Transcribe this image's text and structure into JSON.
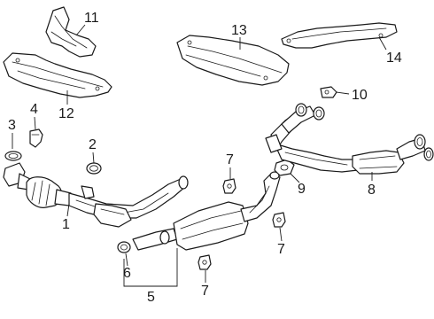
{
  "diagram": {
    "callouts": {
      "c1": "1",
      "c2": "2",
      "c3": "3",
      "c4": "4",
      "c5": "5",
      "c6": "6",
      "c7a": "7",
      "c7b": "7",
      "c7c": "7",
      "c8": "8",
      "c9": "9",
      "c10": "10",
      "c11": "11",
      "c12": "12",
      "c13": "13",
      "c14": "14"
    },
    "line_color": "#1a1a1a",
    "background": "#ffffff"
  }
}
